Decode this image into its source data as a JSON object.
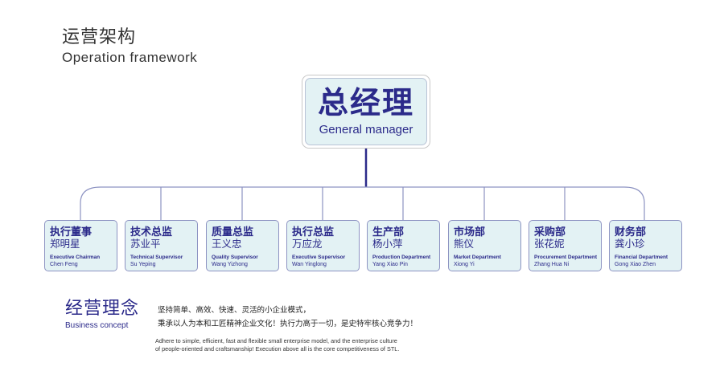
{
  "header": {
    "title_cn": "运营架构",
    "title_en": "Operation framework"
  },
  "root": {
    "title_cn": "总经理",
    "title_en": "General manager"
  },
  "colors": {
    "primary": "#2b2a8a",
    "box_fill": "#e3f2f4",
    "box_border": "#8d93c2"
  },
  "departments": [
    {
      "title_cn": "执行董事",
      "name_cn": "郑明星",
      "role_en": "Executive Chairman",
      "name_en": "Chen Feng"
    },
    {
      "title_cn": "技术总监",
      "name_cn": "苏业平",
      "role_en": "Technical Supervisor",
      "name_en": "Su Yeping"
    },
    {
      "title_cn": "质量总监",
      "name_cn": "王义忠",
      "role_en": "Quality Supervisor",
      "name_en": "Wang Yizhong"
    },
    {
      "title_cn": "执行总监",
      "name_cn": "万应龙",
      "role_en": "Executive Supervisor",
      "name_en": "Wan Yinglong"
    },
    {
      "title_cn": "生产部",
      "name_cn": "杨小萍",
      "role_en": "Production Department",
      "name_en": "Yang Xiao Pin"
    },
    {
      "title_cn": "市场部",
      "name_cn": "熊仪",
      "role_en": "Market Department",
      "name_en": "Xiong Yi"
    },
    {
      "title_cn": "采购部",
      "name_cn": "张花妮",
      "role_en": "Procurement Department",
      "name_en": "Zhang Hua Ni"
    },
    {
      "title_cn": "财务部",
      "name_cn": "龚小珍",
      "role_en": "Financial Department",
      "name_en": "Gong Xiao Zhen"
    }
  ],
  "concept": {
    "title_cn": "经营理念",
    "title_en": "Business concept",
    "line1_cn": "坚持简单、高效、快速、灵活的小企业模式，",
    "line2_cn": "秉承以人为本和工匠精神企业文化！执行力高于一切，是史特牢核心竞争力！",
    "line1_en": "Adhere to simple, efficient, fast and flexible small enterprise model, and the enterprise culture",
    "line2_en": "of people-oriented and craftsmanship! Execution above all is the core competitiveness of STL."
  }
}
